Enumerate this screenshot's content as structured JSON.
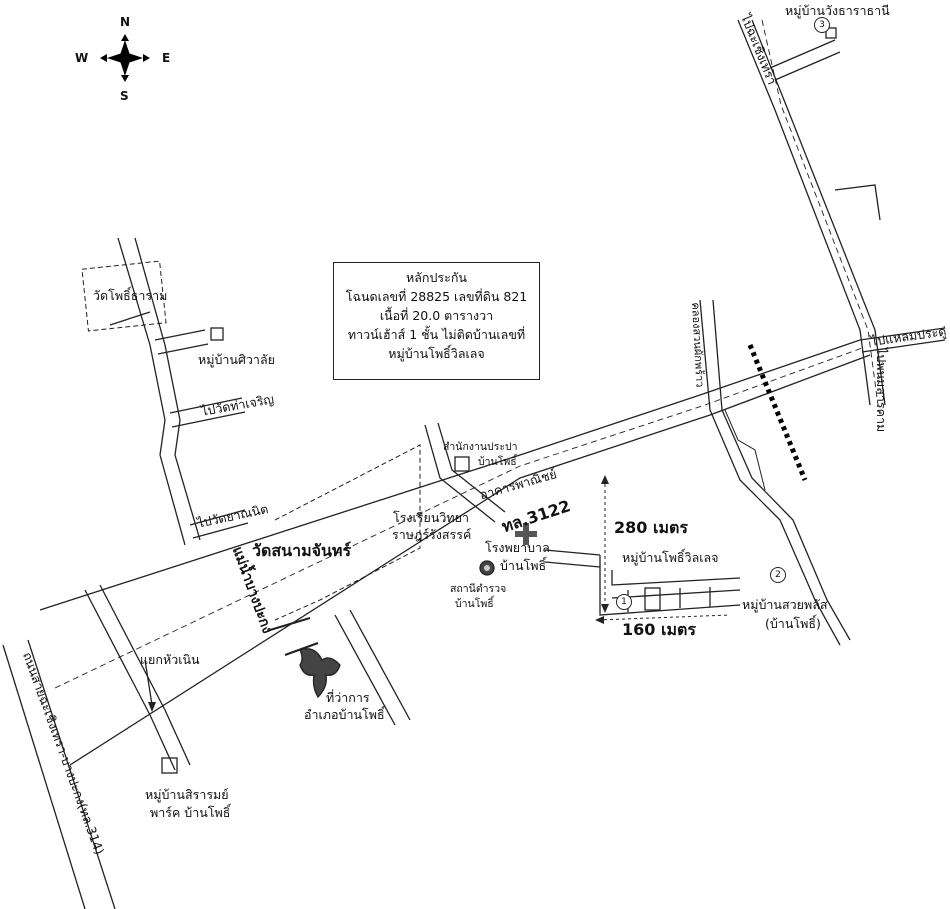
{
  "compass": {
    "n": "N",
    "s": "S",
    "e": "E",
    "w": "W"
  },
  "info_box": {
    "lines": [
      "หลักประกัน",
      "โฉนดเลขที่ 28825 เลขที่ดิน 821",
      "เนื้อที่ 20.0 ตารางวา",
      "ทาวน์เฮ้าส์ 1 ชั้น ไม่ติดบ้านเลขที่",
      "หมู่บ้านโพธิ์วิลเลจ"
    ]
  },
  "labels": {
    "wat_pho_tharam": "วัดโพธิ์ธาราม",
    "siwalai": "หมู่บ้านศิวาลัย",
    "to_wat_tha_charoen": "ไปวัดท่าเจริญ",
    "to_wat_yanapanit": "ไปวัดยาณนิต",
    "water_office_1": "สำนักงานประปา",
    "water_office_2": "บ้านโพธิ์",
    "building_panit": "อาคารพาณิชย์",
    "school_1": "โรงเรียนวิทยา",
    "school_2": "ราษฎร์รังสรรค์",
    "highway": "ทล.3122",
    "wat_sanam_chan": "วัดสนามจันทร์",
    "bang_pakong_river": "แม่น้ำบางปะกง",
    "hospital_1": "โรงพยาบาล",
    "hospital_2": "บ้านโพธิ์",
    "police_1": "สถานีตำรวจ",
    "police_2": "บ้านโพธิ์",
    "distance_280": "280 เมตร",
    "pho_village": "หมู่บ้านโพธิ์วิลเลจ",
    "distance_160": "160 เมตร",
    "suan_plus_1": "หมู่บ้านสวยพลัส",
    "suan_plus_2": "(บ้านโพธิ์)",
    "yaek_hua_noen": "แยกหัวเนิน",
    "district_office_1": "ที่ว่าการ",
    "district_office_2": "อำเภอบ้านโพธิ์",
    "sirarom_1": "หมู่บ้านสิรารมย์",
    "sirarom_2": "พาร์ค บ้านโพธิ์",
    "chachoengsao_road": "ถนนสายฉะเชิงเทรา-บางปะกง(ทล.314)",
    "wang_tharathani": "หมู่บ้านวังธาราธานี",
    "to_chachoengsao": "ไปฉะเชิงเทรา",
    "to_laem_pradu": "ไปแหลมประดู่",
    "to_phanom_sarakham": "ไปพนมสารคาม",
    "canal_pak_phli": "คลองสวนผักพร้าว"
  },
  "markers": {
    "m1": "1",
    "m2": "2",
    "m3": "3"
  }
}
